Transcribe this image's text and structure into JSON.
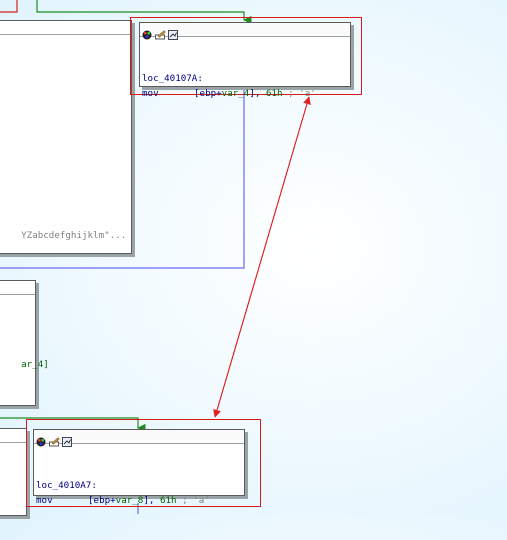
{
  "partial_node_top": {
    "string_text": "YZabcdefghijklm\"..."
  },
  "partial_node_mid": {
    "var_text": "ar_4]"
  },
  "node_40107A": {
    "label": "loc_40107A:",
    "mnemonic": "mov",
    "op_open": "[ebp+",
    "op_var": "var_4",
    "op_close": "], ",
    "imm": "61h",
    "comment": " ; 'a'"
  },
  "node_4010A7": {
    "label": "loc_4010A7:",
    "mnemonic": "mov",
    "op_open": "[ebp+",
    "op_var": "var_8",
    "op_close": "], ",
    "imm": "61h",
    "comment": " ; 'a'"
  },
  "colors": {
    "highlight_red": "#d81a1a",
    "edge_green": "#1f8a1f",
    "edge_blue": "#6a6af0",
    "edge_red": "#e22222"
  },
  "icons": [
    "color-palette-icon",
    "rename-icon",
    "graph-layout-icon"
  ]
}
